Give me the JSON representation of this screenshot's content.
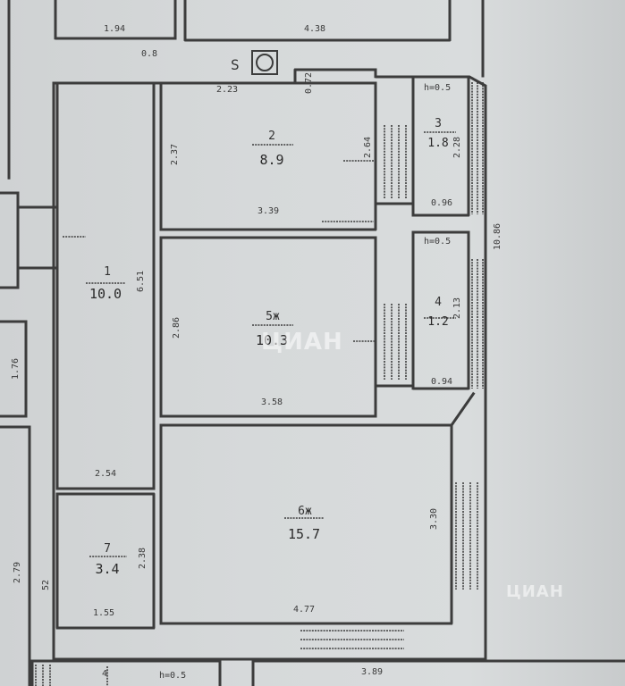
{
  "rooms": [
    {
      "id": "1",
      "number": "1",
      "area": "10.0",
      "dims": [
        "6.51",
        "2.54"
      ]
    },
    {
      "id": "2",
      "number": "2",
      "area": "8.9",
      "dims": [
        "2.23",
        "2.37",
        "3.39",
        "2.64"
      ]
    },
    {
      "id": "3",
      "number": "3",
      "area": "1.8",
      "dims": [
        "h=0.5",
        "2.28",
        "0.96"
      ]
    },
    {
      "id": "4",
      "number": "4",
      "area": "1.2",
      "dims": [
        "h=0.5",
        "2.13",
        "0.94"
      ]
    },
    {
      "id": "5",
      "number": "5ж",
      "area": "10.3",
      "dims": [
        "2.86",
        "3.58"
      ]
    },
    {
      "id": "6",
      "number": "6ж",
      "area": "15.7",
      "dims": [
        "3.30",
        "4.77"
      ]
    },
    {
      "id": "7",
      "number": "7",
      "area": "3.4",
      "dims": [
        "2.38",
        "1.55"
      ]
    }
  ],
  "other_labels": {
    "top_left": "1.94",
    "top_right": "4.38",
    "corridor": "0.8",
    "right_wall": "10.86",
    "left_1": "1.76",
    "left_2": "2.79",
    "left_3": "52",
    "door": "0.72",
    "bottom_right": "3.89",
    "bottom_left_num": "4",
    "bottom_left_h": "h=0.5"
  },
  "watermark": {
    "center": "ЦИАН",
    "corner": "ЦИАН"
  }
}
